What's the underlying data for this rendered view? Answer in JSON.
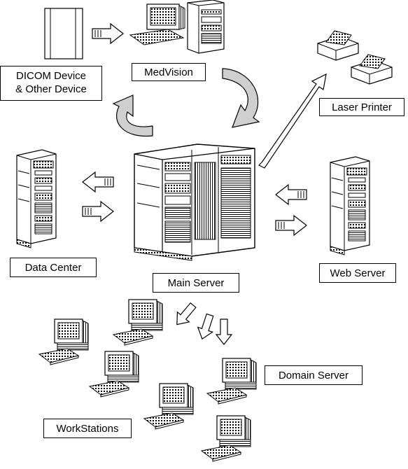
{
  "labels": {
    "dicom_line1": "DICOM Device",
    "dicom_line2": "& Other Device",
    "medvision": "MedVision",
    "laser_printer": "Laser Printer",
    "data_center": "Data Center",
    "main_server": "Main Server",
    "web_server": "Web Server",
    "domain_server": "Domain Server",
    "workstations": "WorkStations"
  },
  "colors": {
    "line": "#000000",
    "background": "#ffffff",
    "arrow_fill": "#ffffff",
    "cycle_fill": "#cfcfcf"
  }
}
